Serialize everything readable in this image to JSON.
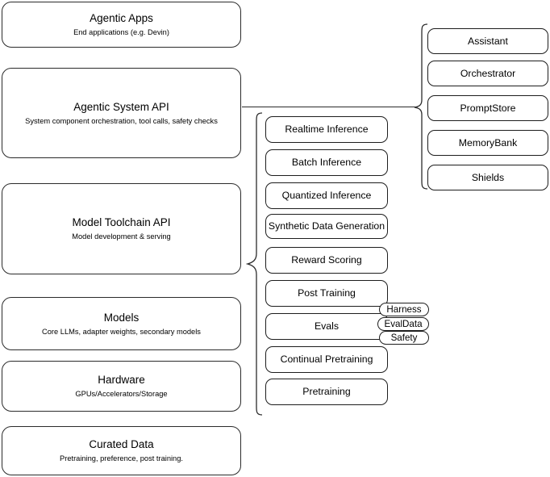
{
  "diagram": {
    "title": "Agentic stack layered architecture",
    "accent_color": "#2b2b2b",
    "background_color": "#ffffff"
  },
  "layers": [
    {
      "title": "Agentic Apps",
      "subtitle": "End applications (e.g. Devin)"
    },
    {
      "title": "Agentic System API",
      "subtitle": "System component orchestration, tool calls, safety checks"
    },
    {
      "title": "Model Toolchain API",
      "subtitle": "Model development & serving"
    },
    {
      "title": "Models",
      "subtitle": "Core LLMs, adapter weights, secondary models"
    },
    {
      "title": "Hardware",
      "subtitle": "GPUs/Accelerators/Storage"
    },
    {
      "title": "Curated Data",
      "subtitle": "Pretraining, preference, post training."
    }
  ],
  "toolchain_components": [
    {
      "label": "Realtime Inference"
    },
    {
      "label": "Batch Inference"
    },
    {
      "label": "Quantized Inference"
    },
    {
      "label": "Synthetic Data Generation"
    },
    {
      "label": "Reward Scoring"
    },
    {
      "label": "Post Training"
    },
    {
      "label": "Evals"
    },
    {
      "label": "Continual Pretraining"
    },
    {
      "label": "Pretraining"
    }
  ],
  "eval_badges": [
    {
      "label": "Harness"
    },
    {
      "label": "EvalData"
    },
    {
      "label": "Safety"
    }
  ],
  "agentic_components": [
    {
      "label": "Assistant"
    },
    {
      "label": "Orchestrator"
    },
    {
      "label": "PromptStore"
    },
    {
      "label": "MemoryBank"
    },
    {
      "label": "Shields"
    }
  ]
}
